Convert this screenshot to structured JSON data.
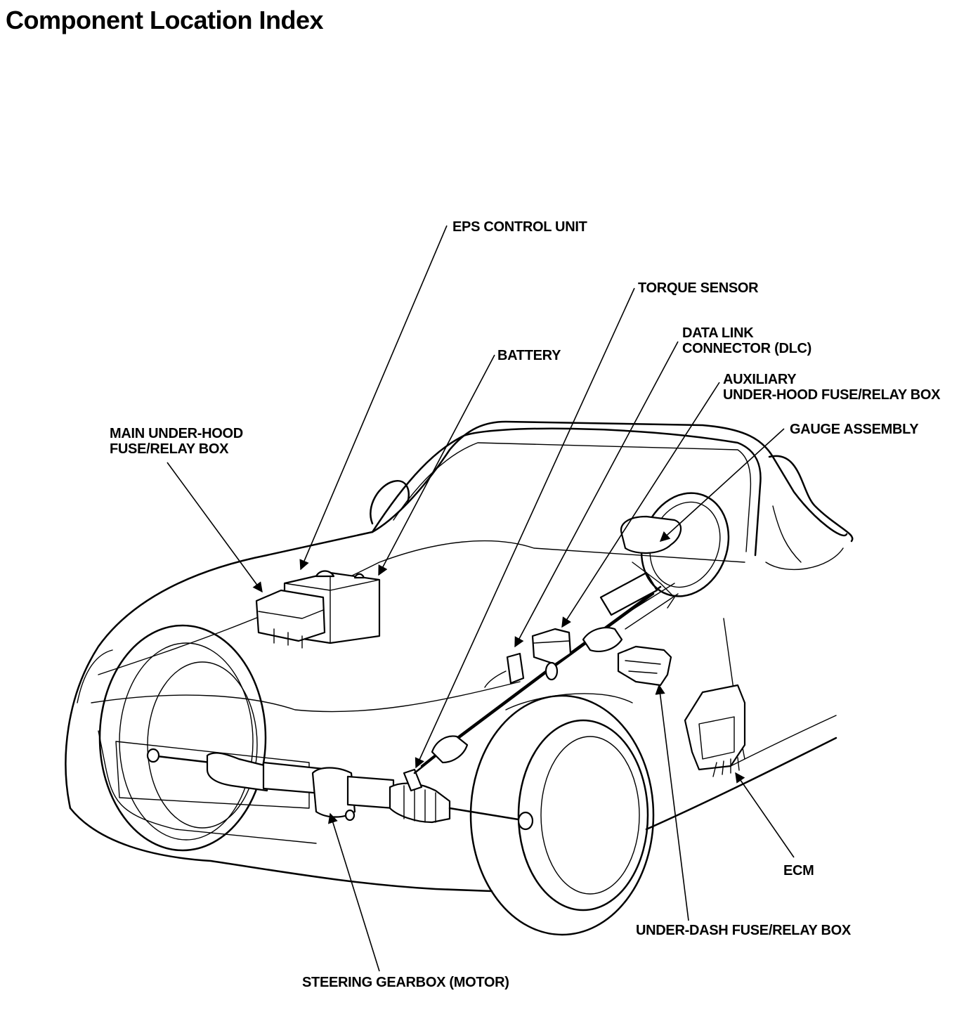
{
  "title": "Component Location Index",
  "labels": {
    "eps_control_unit": "EPS CONTROL UNIT",
    "torque_sensor": "TORQUE SENSOR",
    "dlc": [
      "DATA LINK",
      "CONNECTOR (DLC)"
    ],
    "battery": "BATTERY",
    "aux_fuse_box": [
      "AUXILIARY",
      "UNDER-HOOD FUSE/RELAY BOX"
    ],
    "main_fuse_box": [
      "MAIN UNDER-HOOD",
      "FUSE/RELAY BOX"
    ],
    "gauge_assembly": "GAUGE ASSEMBLY",
    "ecm": "ECM",
    "under_dash_fuse_box": "UNDER-DASH FUSE/RELAY BOX",
    "steering_gearbox": "STEERING GEARBOX (MOTOR)"
  }
}
